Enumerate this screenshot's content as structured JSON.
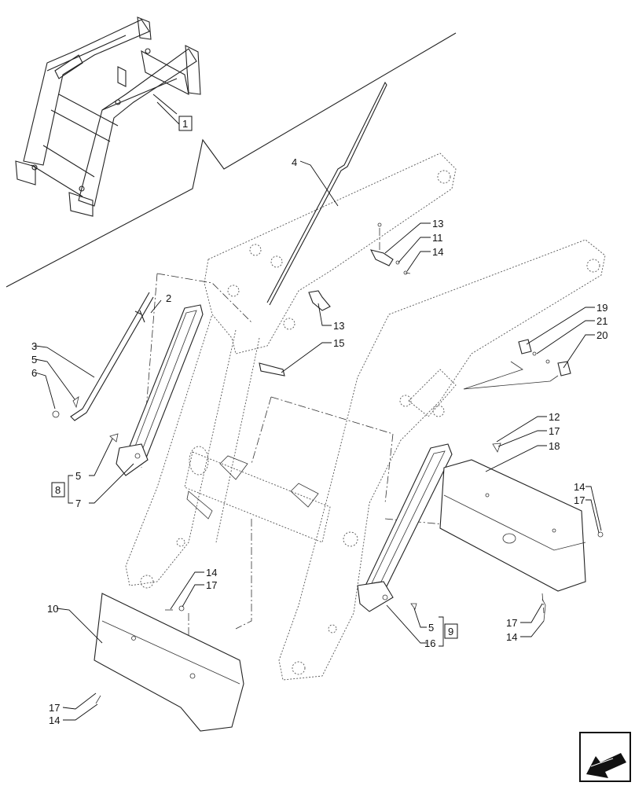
{
  "reference_labels": {
    "ref_1": "1",
    "ref_8": "8",
    "ref_9": "9"
  },
  "callouts": {
    "c2": "2",
    "c3": "3",
    "c4": "4",
    "c5a": "5",
    "c6": "6",
    "c5b": "5",
    "c7": "7",
    "c10": "10",
    "c14a": "14",
    "c17a": "17",
    "c17b": "17",
    "c14b": "14",
    "c13a": "13",
    "c11": "11",
    "c14c": "14",
    "c13b": "13",
    "c15": "15",
    "c19": "19",
    "c21": "21",
    "c20": "20",
    "c12": "12",
    "c17c": "17",
    "c18": "18",
    "c14d": "14",
    "c17d": "17",
    "c17e": "17",
    "c14e": "14",
    "c5c": "5",
    "c16": "16"
  },
  "icons": {
    "nav": "back-arrow-icon"
  }
}
